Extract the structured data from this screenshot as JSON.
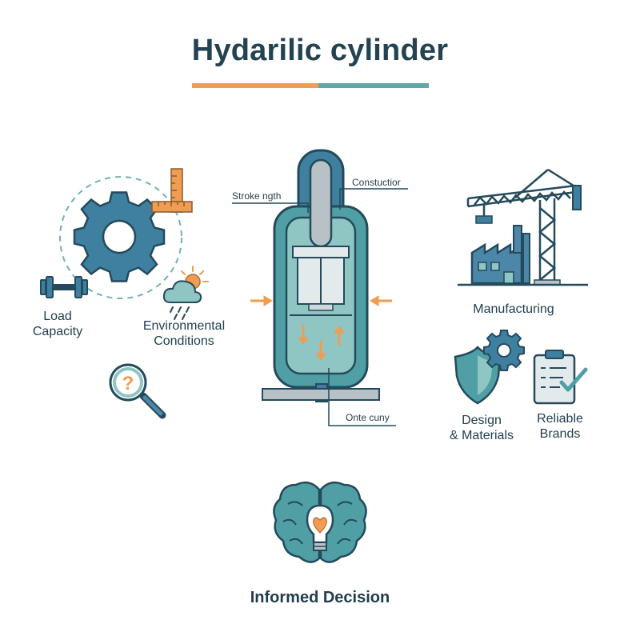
{
  "header": {
    "title": "Hydarilic cylinder"
  },
  "colors": {
    "teal": "#4f9fa5",
    "teal_light": "#8fc5c2",
    "navy": "#244a5b",
    "orange": "#ef9d52",
    "steel_blue": "#4c86a8",
    "gray": "#b8c2c6"
  },
  "left": {
    "load_capacity": {
      "line1": "Load",
      "line2": "Capacity",
      "icons": [
        "gear-icon",
        "ruler-icon",
        "dumbbell-icon"
      ]
    },
    "environmental": {
      "line1": "Environmental",
      "line2": "Conditions",
      "icon": "weather-icon"
    },
    "question_icon": "magnifier-question-icon"
  },
  "center": {
    "labels": {
      "stroke": "Stroke ngth",
      "construction": "Constuctior",
      "bottom": "Onte cuny"
    }
  },
  "right": {
    "manufacturing": {
      "label": "Manufacturing",
      "icon": "factory-crane-icon"
    },
    "design": {
      "line1": "Design",
      "line2": "& Materials",
      "icons": [
        "shield-icon",
        "gear-icon"
      ]
    },
    "brands": {
      "line1": "Reliable",
      "line2": "Brands",
      "icon": "clipboard-check-icon"
    }
  },
  "footer": {
    "label": "Informed Decision",
    "icon": "brain-lightbulb-icon"
  }
}
